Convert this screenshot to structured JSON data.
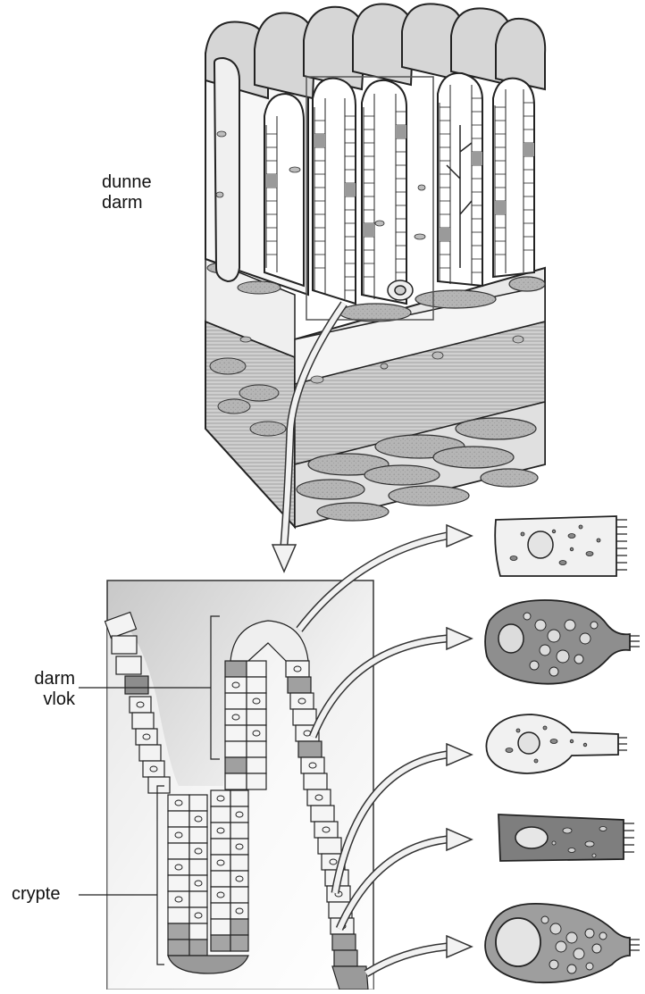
{
  "labels": {
    "small_intestine_line1": "dunne",
    "small_intestine_line2": "darm",
    "villus_line1": "darm",
    "villus_line2": "vlok",
    "crypt": "crypte"
  }
}
